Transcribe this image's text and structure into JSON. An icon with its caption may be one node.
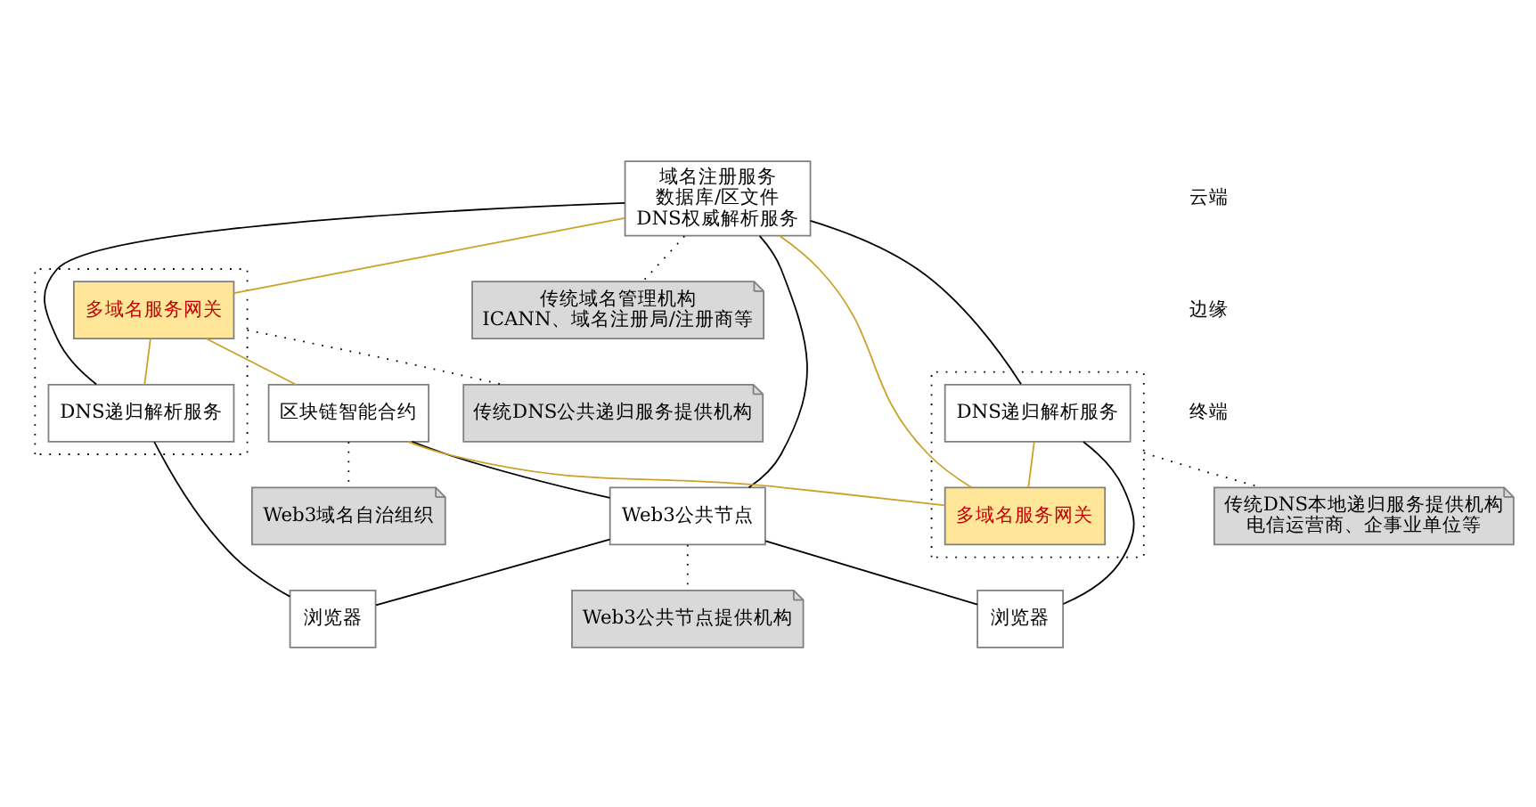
{
  "diagram": {
    "nodes": [
      {
        "text": [
          "域名注册服务",
          "数据库/区文件",
          "DNS权威解析服务"
        ]
      },
      {
        "text": [],
        "shape": "box"
      },
      {
        "text": [
          "多域名服务网关"
        ],
        "in": 1
      },
      {
        "text": [
          "DNS递归解析服务"
        ],
        "in": 1
      },
      {
        "text": [
          "区块链智能合约"
        ]
      },
      {
        "text": [
          "Web3公共节点"
        ]
      },
      {
        "text": [],
        "shape": "box"
      },
      {
        "text": [
          "DNS递归解析服务"
        ],
        "in": 6
      },
      {
        "text": [
          "多域名服务网关"
        ],
        "in": 6
      },
      {
        "text": [
          "浏览器"
        ]
      },
      {
        "text": [
          "浏览器"
        ]
      },
      {
        "text": [
          "传统域名管理机构",
          "ICANN、域名注册局/注册商等"
        ]
      },
      {
        "text": [
          "Web3域名自治组织"
        ]
      },
      {
        "text": [
          "传统DNS公共递归服务提供机构"
        ]
      },
      {
        "text": [
          "Web3公共节点提供机构"
        ]
      },
      {
        "text": [
          "传统DNS本地递归服务提供机构",
          "电信运营商、企事业单位等"
        ]
      }
    ],
    "edges": [
      {
        "from": 0,
        "to": 11,
        "arrow": "none",
        "style": "dashed"
      },
      {
        "from": 0,
        "to": 5,
        "arrow": "none"
      },
      {
        "from": 0,
        "to": 7,
        "arrow": "none"
      },
      {
        "from": 0,
        "to": 8,
        "arrow": "none",
        "color": "#c9a227"
      },
      {
        "from": 0,
        "to": 3,
        "arrow": "none"
      },
      {
        "from": 0,
        "to": 2,
        "arrow": "none",
        "color": "#c9a227"
      },
      {
        "from": 2,
        "to": 4,
        "arrow": "none",
        "color": "#c9a227"
      },
      {
        "from": 2,
        "to": 3,
        "arrow": "none",
        "color": "#c9a227"
      },
      {
        "from": 4,
        "to": 8,
        "arrow": "none",
        "color": "#c9a227"
      },
      {
        "from": 4,
        "to": 5,
        "arrow": "none"
      },
      {
        "from": 4,
        "to": 12,
        "arrow": "none",
        "style": "dashed"
      },
      {
        "from": 1,
        "to": 13,
        "arrow": "none",
        "style": "dashed"
      },
      {
        "from": 5,
        "to": 14,
        "arrow": "none",
        "style": "dashed"
      },
      {
        "from": 3,
        "to": 9,
        "arrow": "none"
      },
      {
        "from": 5,
        "to": 9,
        "arrow": "none"
      },
      {
        "from": 5,
        "to": 10,
        "arrow": "none"
      },
      {
        "from": 7,
        "to": 8,
        "arrow": "none",
        "color": "#c9a227"
      },
      {
        "from": 7,
        "to": 10,
        "arrow": "none"
      },
      {
        "from": 6,
        "to": 15,
        "arrow": "none",
        "style": "dashed"
      }
    ],
    "labels": [
      "云端",
      "边缘",
      "终端"
    ]
  }
}
